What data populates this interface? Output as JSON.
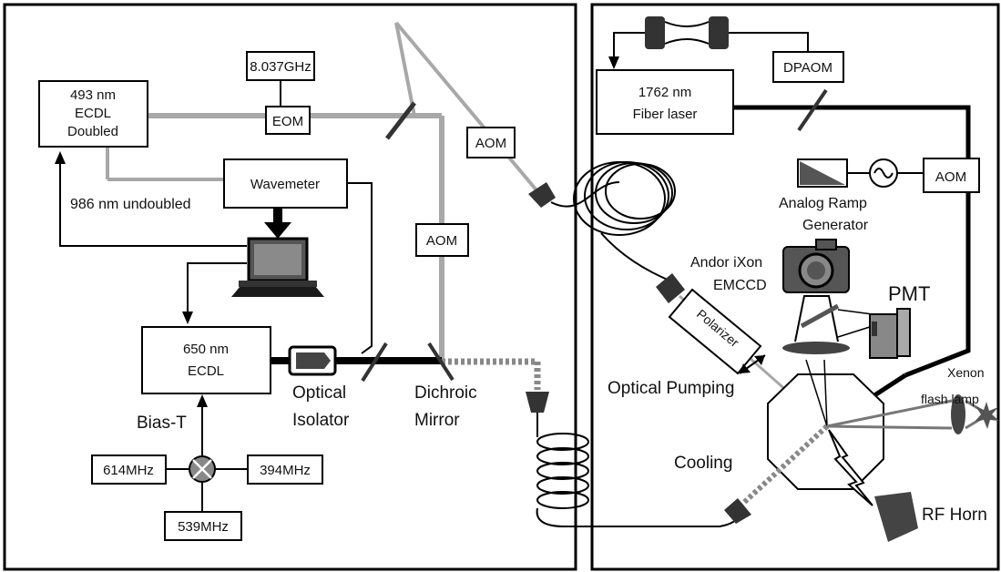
{
  "laser_493": {
    "line1": "493 nm",
    "line2": "ECDL",
    "line3": "Doubled"
  },
  "freq_8037": "8.037GHz",
  "eom": "EOM",
  "aom_1": "AOM",
  "aom_2": "AOM",
  "aom_3": "AOM",
  "wavemeter": "Wavemeter",
  "undoubled": "986 nm undoubled",
  "laser_650": {
    "line1": "650 nm",
    "line2": "ECDL"
  },
  "optical_isolator": {
    "line1": "Optical",
    "line2": "Isolator"
  },
  "dichroic_mirror": {
    "line1": "Dichroic",
    "line2": "Mirror"
  },
  "bias_t": "Bias-T",
  "freq_614": "614MHz",
  "freq_394": "394MHz",
  "freq_539": "539MHz",
  "fiber_laser": {
    "line1": "1762 nm",
    "line2": "Fiber laser"
  },
  "dpaom": "DPAOM",
  "ramp_generator": {
    "line1": "Analog Ramp",
    "line2": "Generator"
  },
  "camera": {
    "line1": "Andor iXon",
    "line2": "EMCCD"
  },
  "pmt": "PMT",
  "polarizer": "Polarizer",
  "optical_pumping": "Optical Pumping",
  "xenon": {
    "line1": "Xenon",
    "line2": "flash lamp"
  },
  "cooling": "Cooling",
  "rf_horn": "RF Horn"
}
